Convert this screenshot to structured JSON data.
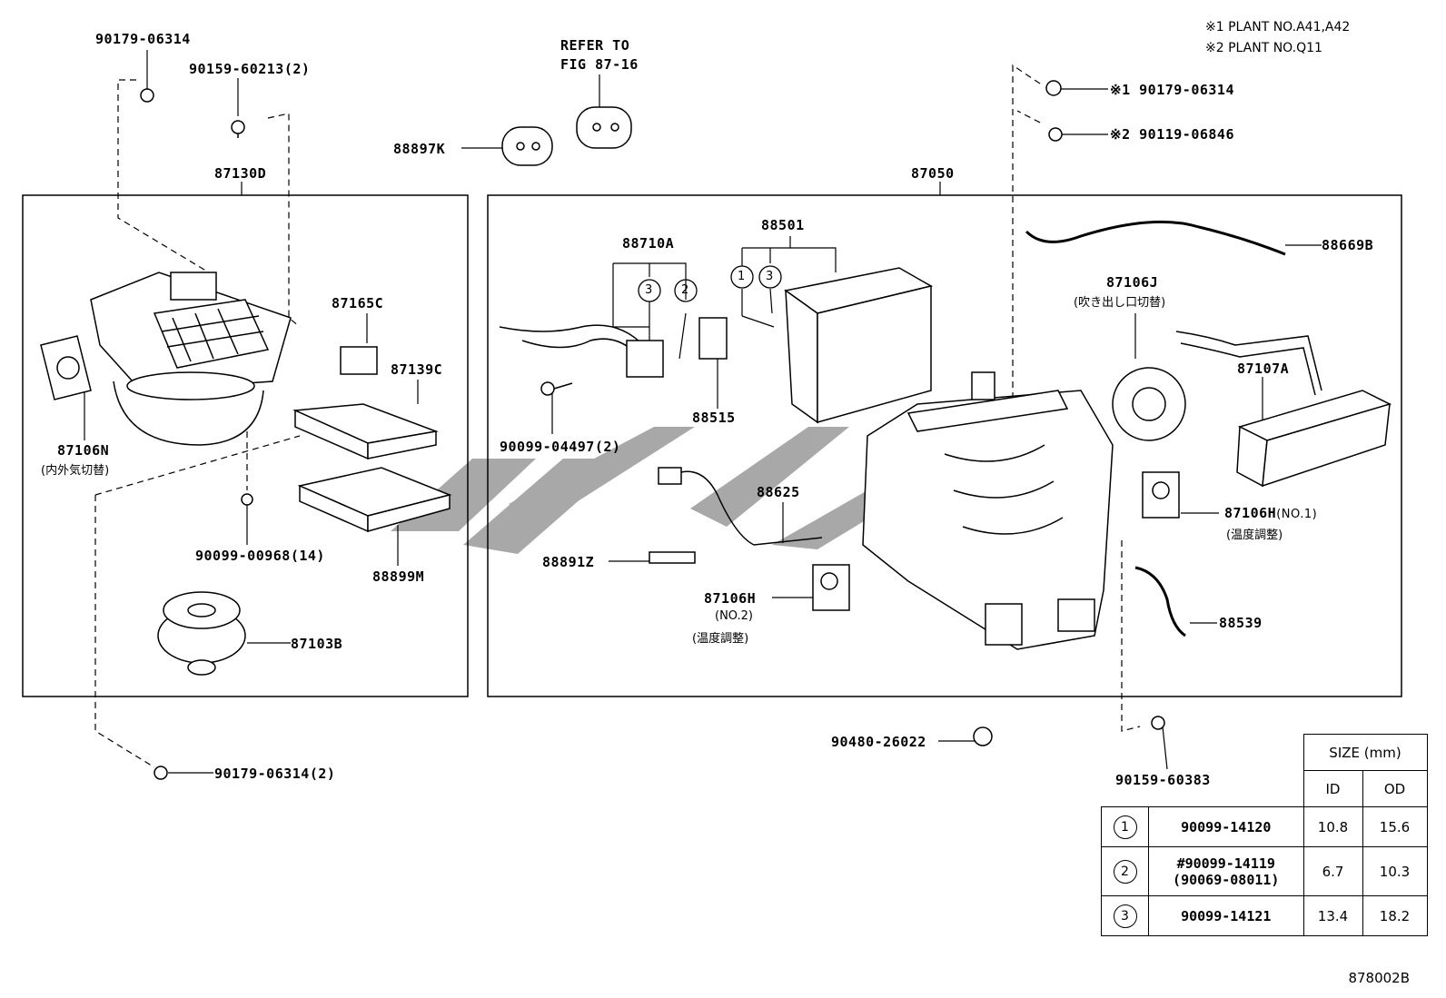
{
  "notes": {
    "plant1": "※1 PLANT NO.A41,A42",
    "plant2": "※2 PLANT NO.Q11"
  },
  "labels": {
    "p90179_06314_top": "90179-06314",
    "p90159_60213": "90159-60213(2)",
    "refer_to": "REFER TO",
    "fig_87_16": "FIG 87-16",
    "p88897K": "88897K",
    "p87130D": "87130D",
    "p87050": "87050",
    "p90179_06314_n1": "※1 90179-06314",
    "p90119_06846_n2": "※2 90119-06846",
    "p88710A": "88710A",
    "p88501": "88501",
    "p88669B": "88669B",
    "p87165C": "87165C",
    "p87139C": "87139C",
    "p87106N": "87106N",
    "p87106N_sub": "(内外気切替)",
    "p87106J": "87106J",
    "p87106J_sub": "(吹き出し口切替)",
    "p87107A": "87107A",
    "p90099_04497": "90099-04497(2)",
    "p88515": "88515",
    "p88625": "88625",
    "p87106H_no1": "87106H",
    "p87106H_no1_suffix": "(NO.1)",
    "p87106H_no1_sub": "(温度調整)",
    "p88891Z": "88891Z",
    "p87106H_no2": "87106H",
    "p87106H_no2_suffix": "(NO.2)",
    "p87106H_no2_sub": "(温度調整)",
    "p88539": "88539",
    "p90099_00968": "90099-00968(14)",
    "p88899M": "88899M",
    "p87103B": "87103B",
    "p90480_26022": "90480-26022",
    "p90179_06314_2": "90179-06314(2)",
    "p90159_60383": "90159-60383",
    "circle1": "1",
    "circle2": "2",
    "circle3": "3"
  },
  "table": {
    "size_header": "SIZE (mm)",
    "id_header": "ID",
    "od_header": "OD",
    "rows": [
      {
        "mark": "1",
        "part": "90099-14120",
        "part2": "",
        "id": "10.8",
        "od": "15.6"
      },
      {
        "mark": "2",
        "part": "#90099-14119",
        "part2": "(90069-08011)",
        "id": "6.7",
        "od": "10.3"
      },
      {
        "mark": "3",
        "part": "90099-14121",
        "part2": "",
        "id": "13.4",
        "od": "18.2"
      }
    ]
  },
  "figure_code": "878002B",
  "watermark_color": "#9a9a9a"
}
